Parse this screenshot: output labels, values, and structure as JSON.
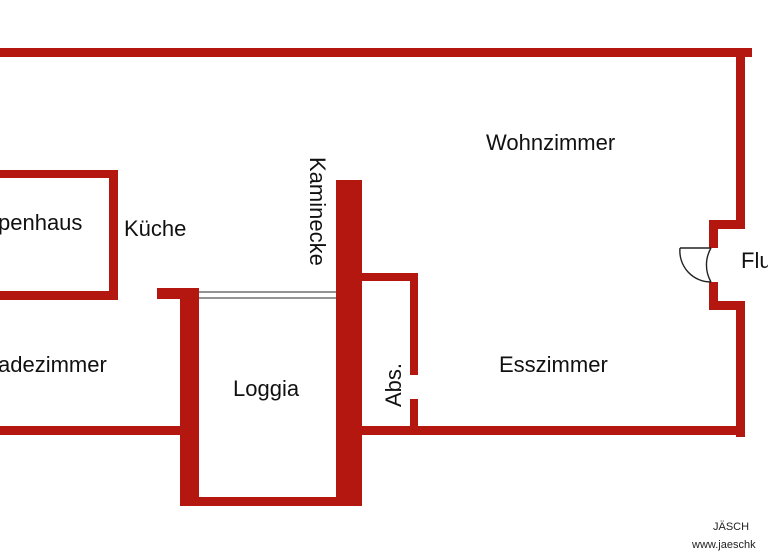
{
  "colors": {
    "wall": "#b3170f",
    "background": "#ffffff",
    "text": "#111111"
  },
  "rooms": {
    "treppenhaus": "penhaus",
    "kueche": "Küche",
    "kaminecke": "Kaminecke",
    "wohnzimmer": "Wohnzimmer",
    "flur": "Flu",
    "badezimmer": "adezimmer",
    "loggia": "Loggia",
    "abstellraum": "Abs.",
    "esszimmer": "Esszimmer"
  },
  "branding": {
    "company": "JÄSCH",
    "website": "www.jaeschk"
  }
}
